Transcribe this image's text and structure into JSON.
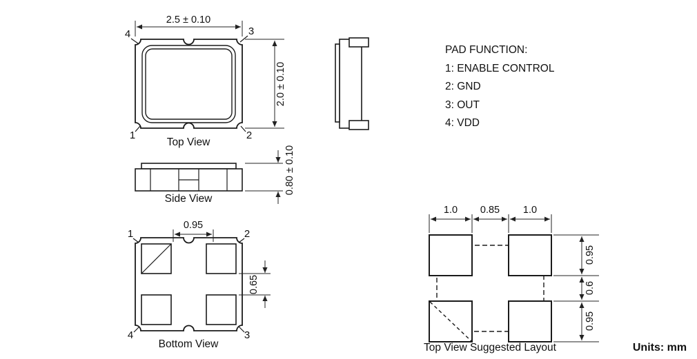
{
  "units_label": "Units: mm",
  "pad_function": {
    "title": "PAD FUNCTION:",
    "items": [
      "1: ENABLE CONTROL",
      "2: GND",
      "3: OUT",
      "4: VDD"
    ]
  },
  "top_view": {
    "label": "Top View",
    "width_dim": "2.5 ± 0.10",
    "height_dim": "2.0 ± 0.10",
    "pin_tl": "4",
    "pin_tr": "3",
    "pin_bl": "1",
    "pin_br": "2"
  },
  "side_view": {
    "label": "Side View",
    "thickness_dim": "0.80 ± 0.10"
  },
  "bottom_view": {
    "label": "Bottom View",
    "pad_gap_x": "0.95",
    "pad_gap_y": "0.65",
    "pin_tl": "1",
    "pin_tr": "2",
    "pin_bl": "4",
    "pin_br": "3"
  },
  "suggested_layout": {
    "label": "Top View Suggested Layout",
    "dims_top": [
      "1.0",
      "0.85",
      "1.0"
    ],
    "dims_right": [
      "0.95",
      "0.6",
      "0.95"
    ]
  }
}
